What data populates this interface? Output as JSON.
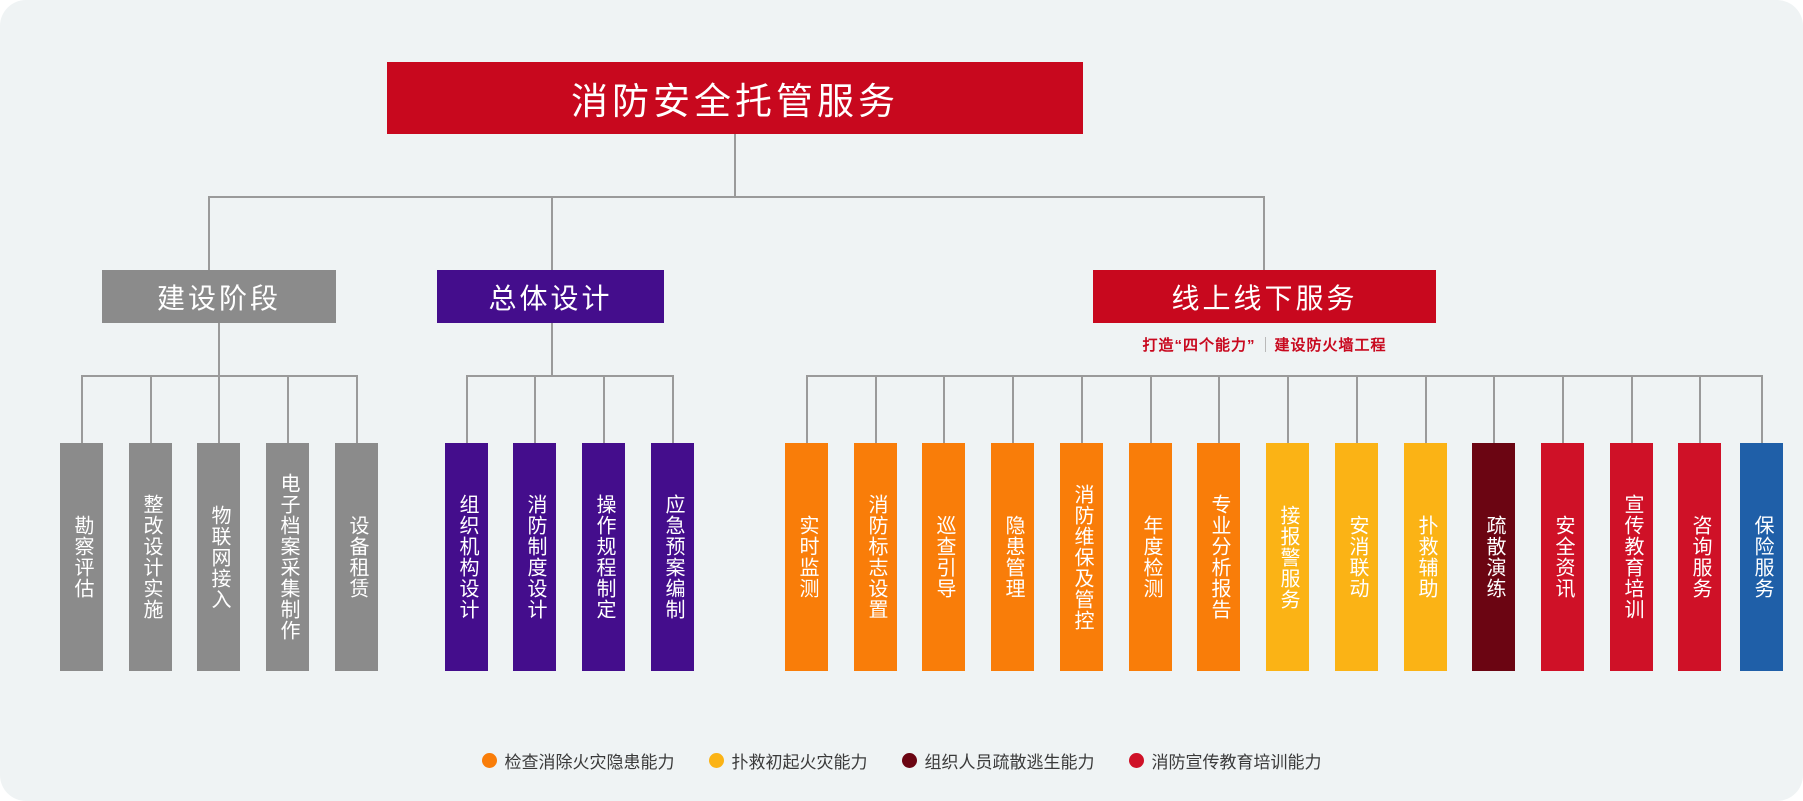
{
  "diagram": {
    "title": "消防安全托管服务",
    "title_color": "#c8081e",
    "background": "#eff3f4",
    "connector_color": "#9a9a9a",
    "branches": [
      {
        "label": "建设阶段",
        "color": "#8b8b8b",
        "items": [
          {
            "label": "勘察评估",
            "color": "#8b8b8b"
          },
          {
            "label": "整改设计实施",
            "color": "#8b8b8b"
          },
          {
            "label": "物联网接入",
            "color": "#8b8b8b"
          },
          {
            "label": "电子档案采集制作",
            "color": "#8b8b8b"
          },
          {
            "label": "设备租赁",
            "color": "#8b8b8b"
          }
        ]
      },
      {
        "label": "总体设计",
        "color": "#440d8c",
        "items": [
          {
            "label": "组织机构设计",
            "color": "#440d8c"
          },
          {
            "label": "消防制度设计",
            "color": "#440d8c"
          },
          {
            "label": "操作规程制定",
            "color": "#440d8c"
          },
          {
            "label": "应急预案编制",
            "color": "#440d8c"
          }
        ]
      },
      {
        "label": "线上线下服务",
        "color": "#c8081e",
        "caption_left": "打造“四个能力”",
        "caption_right": "建设防火墙工程",
        "items": [
          {
            "label": "实时监测",
            "color": "#f97d09"
          },
          {
            "label": "消防标志设置",
            "color": "#f97d09"
          },
          {
            "label": "巡查引导",
            "color": "#f97d09"
          },
          {
            "label": "隐患管理",
            "color": "#f97d09"
          },
          {
            "label": "消防维保及管控",
            "color": "#f97d09"
          },
          {
            "label": "年度检测",
            "color": "#f97d09"
          },
          {
            "label": "专业分析报告",
            "color": "#f97d09"
          },
          {
            "label": "接报警服务",
            "color": "#fbb315"
          },
          {
            "label": "安消联动",
            "color": "#fbb315"
          },
          {
            "label": "扑救辅助",
            "color": "#fbb315"
          },
          {
            "label": "疏散演练",
            "color": "#6b0512"
          },
          {
            "label": "安全资讯",
            "color": "#cf1127"
          },
          {
            "label": "宣传教育培训",
            "color": "#cf1127"
          },
          {
            "label": "咨询服务",
            "color": "#cf1127"
          },
          {
            "label": "保险服务",
            "color": "#1f5fa8"
          }
        ]
      }
    ],
    "legend": [
      {
        "label": "检查消除火灾隐患能力",
        "color": "#f97d09"
      },
      {
        "label": "扑救初起火灾能力",
        "color": "#fbb315"
      },
      {
        "label": "组织人员疏散逃生能力",
        "color": "#6b0512"
      },
      {
        "label": "消防宣传教育培训能力",
        "color": "#cf1127"
      }
    ]
  }
}
